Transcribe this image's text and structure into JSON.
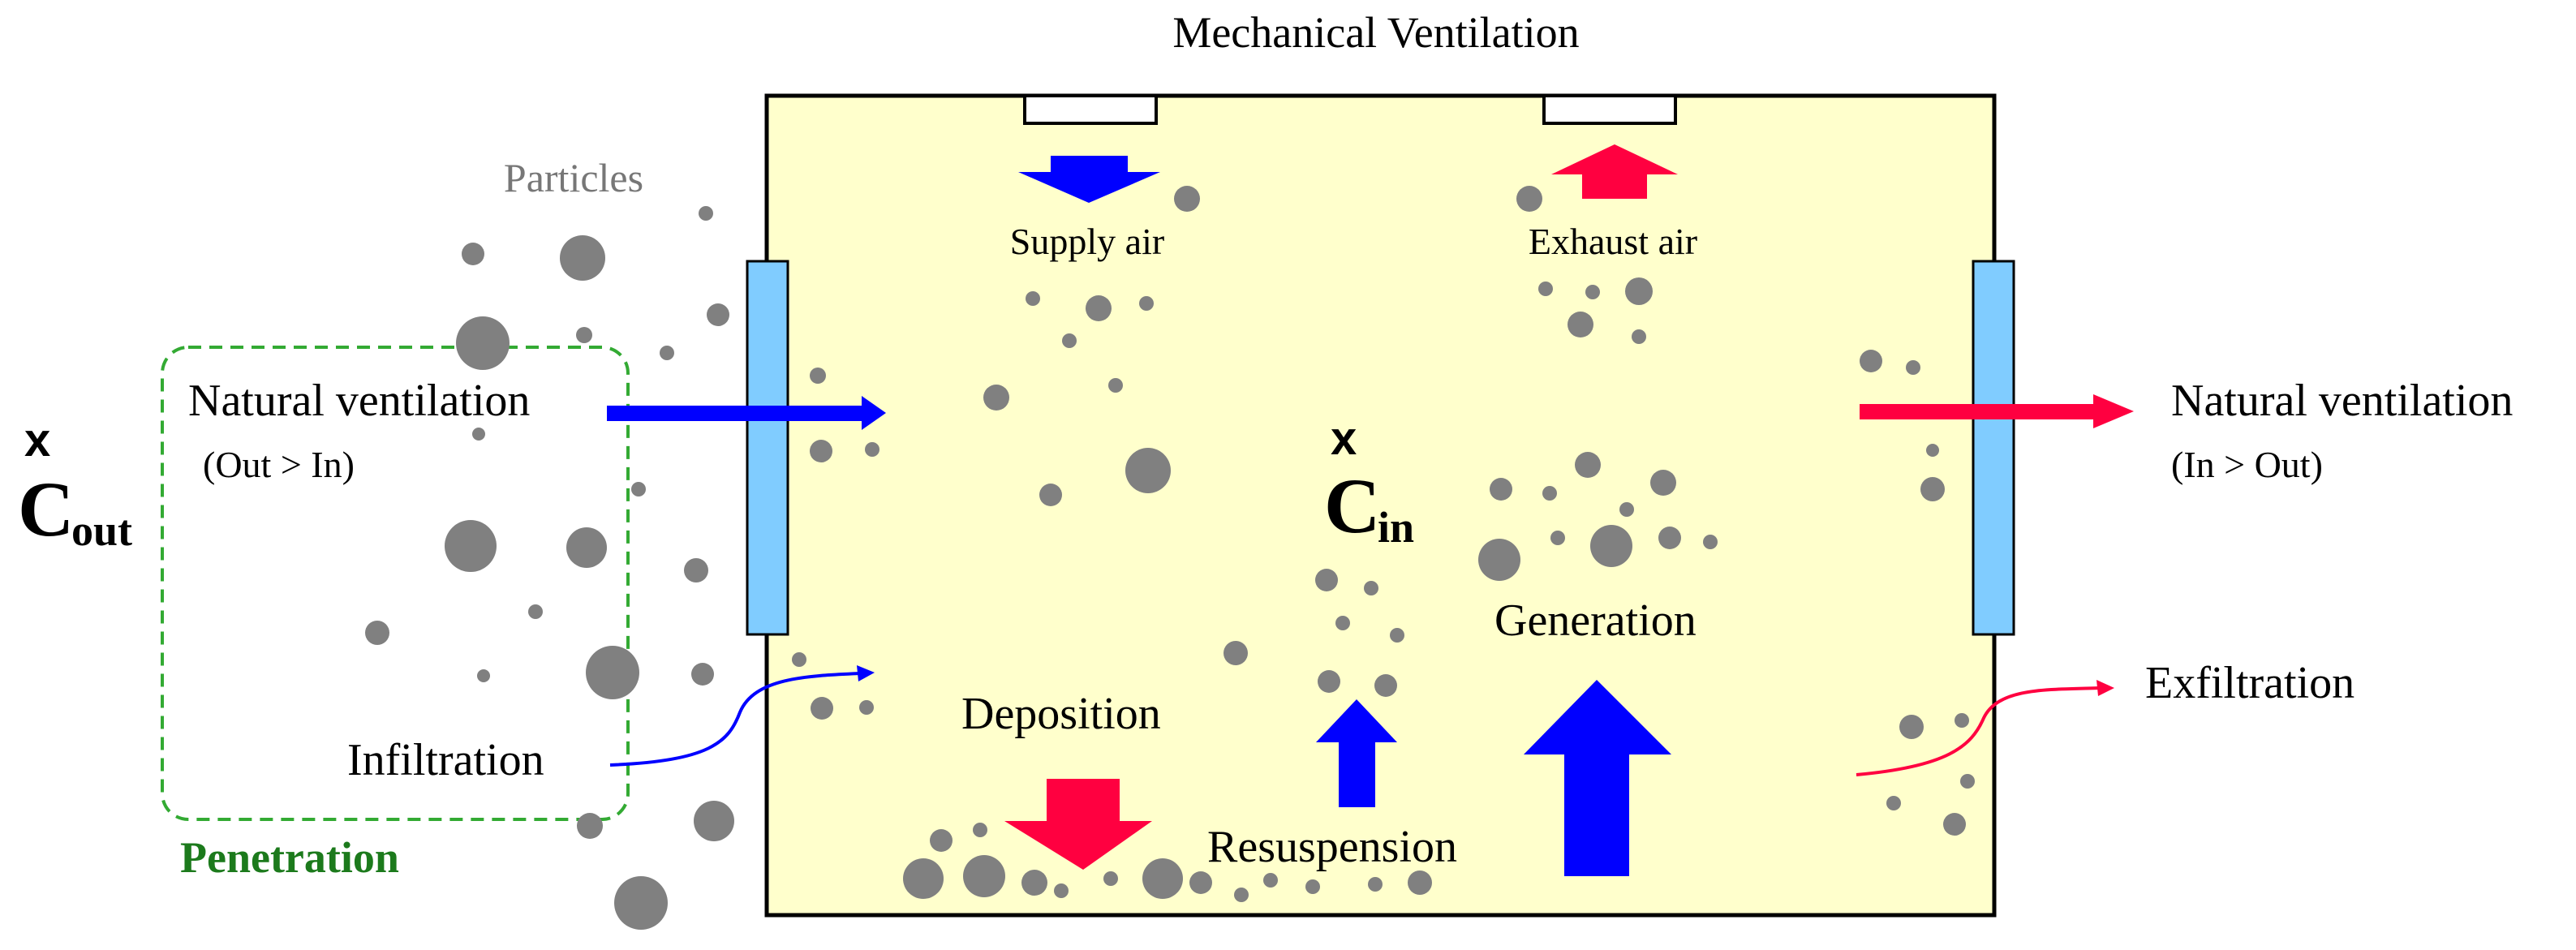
{
  "title": "Mechanical Ventilation",
  "labels": {
    "particles": "Particles",
    "supply_air": "Supply air",
    "exhaust_air": "Exhaust air",
    "natural_vent_in": "Natural ventilation",
    "natural_vent_in_sub": "(Out > In)",
    "natural_vent_out": "Natural ventilation",
    "natural_vent_out_sub": "(In > Out)",
    "infiltration": "Infiltration",
    "exfiltration": "Exfiltration",
    "penetration": "Penetration",
    "deposition": "Deposition",
    "resuspension": "Resuspension",
    "generation": "Generation"
  },
  "concentrations": {
    "cout_mark": "x",
    "cout_main": "C",
    "cout_sub": "out",
    "cin_mark": "x",
    "cin_main": "C",
    "cin_sub": "in"
  },
  "colors": {
    "room_fill": "#FFFFCC",
    "room_stroke": "#000000",
    "window_fill": "#80CCFF",
    "particle": "#808080",
    "inflow_arrow": "#0000FF",
    "outflow_arrow": "#FF0040",
    "penetration": "#1C7A1C",
    "penetration_box": "#33AA33",
    "particles_label": "#777777"
  }
}
